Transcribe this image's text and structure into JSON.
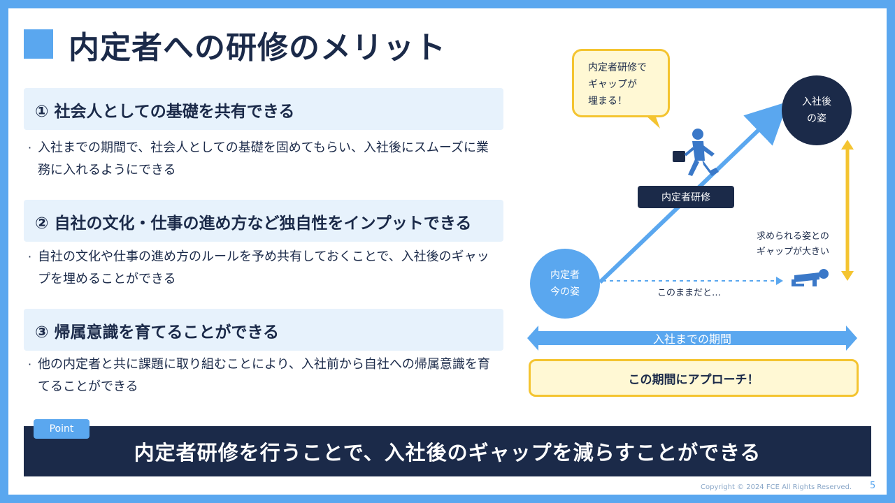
{
  "title": "内定者への研修のメリット",
  "points": [
    {
      "heading": "① 社会人としての基礎を共有できる",
      "desc": "入社までの期間で、社会人としての基礎を固めてもらい、入社後にスムーズに業務に入れるようにできる"
    },
    {
      "heading": "② 自社の文化・仕事の進め方など独自性をインプットできる",
      "desc": "自社の文化や仕事の進め方のルールを予め共有しておくことで、入社後のギャップを埋めることができる"
    },
    {
      "heading": "③ 帰属意識を育てることができる",
      "desc": "他の内定者と共に課題に取り組むことにより、入社前から自社への帰属意識を育てることができる"
    }
  ],
  "diagram": {
    "bubble": "内定者研修で\nギャップが\n埋まる！",
    "after": "入社後\nの姿",
    "now": "内定者\n今の姿",
    "training_label": "内定者研修",
    "gap_text": "求められる姿との\nギャップが大きい",
    "keep_text": "このままだと…",
    "period": "入社までの期間",
    "approach": "この期間にアプローチ！"
  },
  "summary": {
    "tag": "Point",
    "text": "内定者研修を行うことで、入社後のギャップを減らすことができる"
  },
  "footer": {
    "copyright": "Copyright © 2024 FCE All Rights Reserved.",
    "page": "5"
  }
}
